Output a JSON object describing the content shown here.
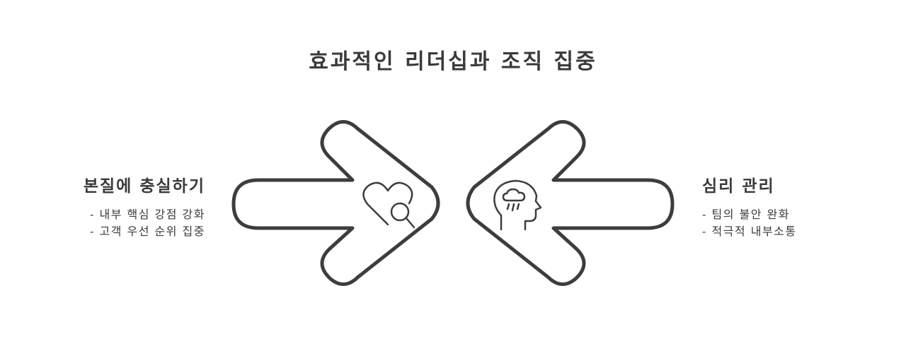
{
  "title": "효과적인 리더십과 조직 집중",
  "left_block": {
    "heading": "본질에 충실하기",
    "bullets": [
      "- 내부 핵심 강점 강화",
      "- 고객 우선 순위 집중"
    ],
    "icon": "heart-magnifier-icon"
  },
  "right_block": {
    "heading": "심리 관리",
    "bullets": [
      "- 팀의 불안 완화",
      "- 적극적 내부소통"
    ],
    "icon": "head-raincloud-icon"
  },
  "colors": {
    "stroke": "#3d3d3d",
    "text": "#3a3a3a",
    "background": "#ffffff"
  }
}
